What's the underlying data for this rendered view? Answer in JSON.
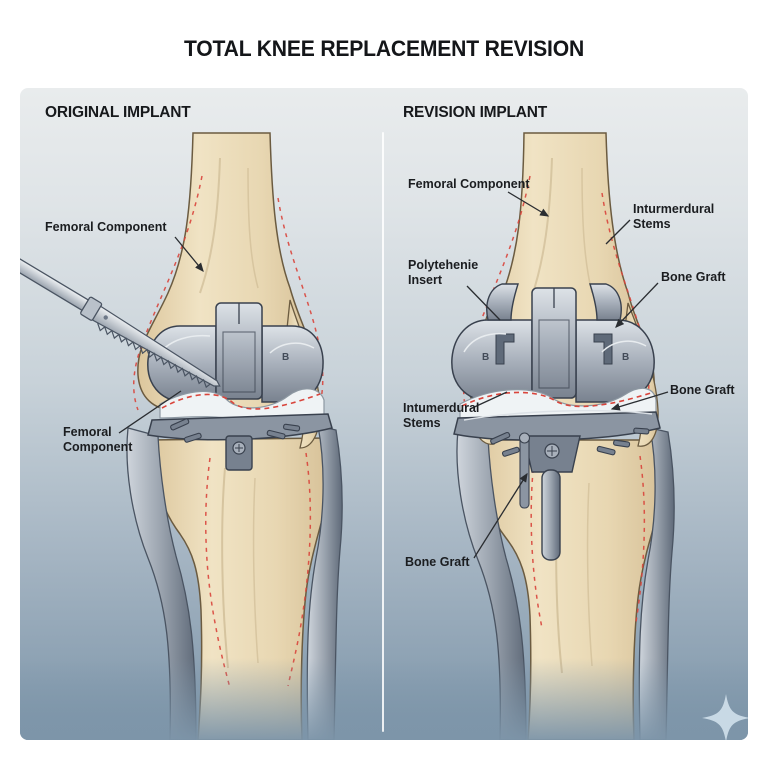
{
  "title": "TOTAL KNEE REPLACEMENT REVISION",
  "panels": {
    "original": {
      "heading": "ORIGINAL IMPLANT",
      "labels": {
        "femoral_component_top": "Femoral Component",
        "femoral_component_bottom": {
          "line1": "Femoral",
          "line2": "Component"
        }
      },
      "implant_marking": "B"
    },
    "revision": {
      "heading": "REVISION IMPLANT",
      "labels": {
        "femoral_component": "Femoral Component",
        "inturmerdural_stems": {
          "line1": "Inturmerdural",
          "line2": "Stems"
        },
        "polytehenie_insert": {
          "line1": "Polytehenie",
          "line2": "Insert"
        },
        "bone_graft_top": "Bone Graft",
        "bone_graft_mid": "Bone Graft",
        "intumerdural_stems": {
          "line1": "Intumerdural",
          "line2": "Stems"
        },
        "bone_graft_bottom": "Bone Graft"
      },
      "implant_marking": "B"
    }
  },
  "colors": {
    "panel_top": "#e9eced",
    "panel_bottom": "#7d95a9",
    "bone": "#ead9b6",
    "bone_outline": "#6b5b40",
    "metal_light": "#dde2e7",
    "metal_mid": "#a8b0bb",
    "metal_dark": "#5f6a79",
    "dashed_line": "#d9453c",
    "label_text": "#1b1d20",
    "sparkle": "#ccdce8"
  }
}
